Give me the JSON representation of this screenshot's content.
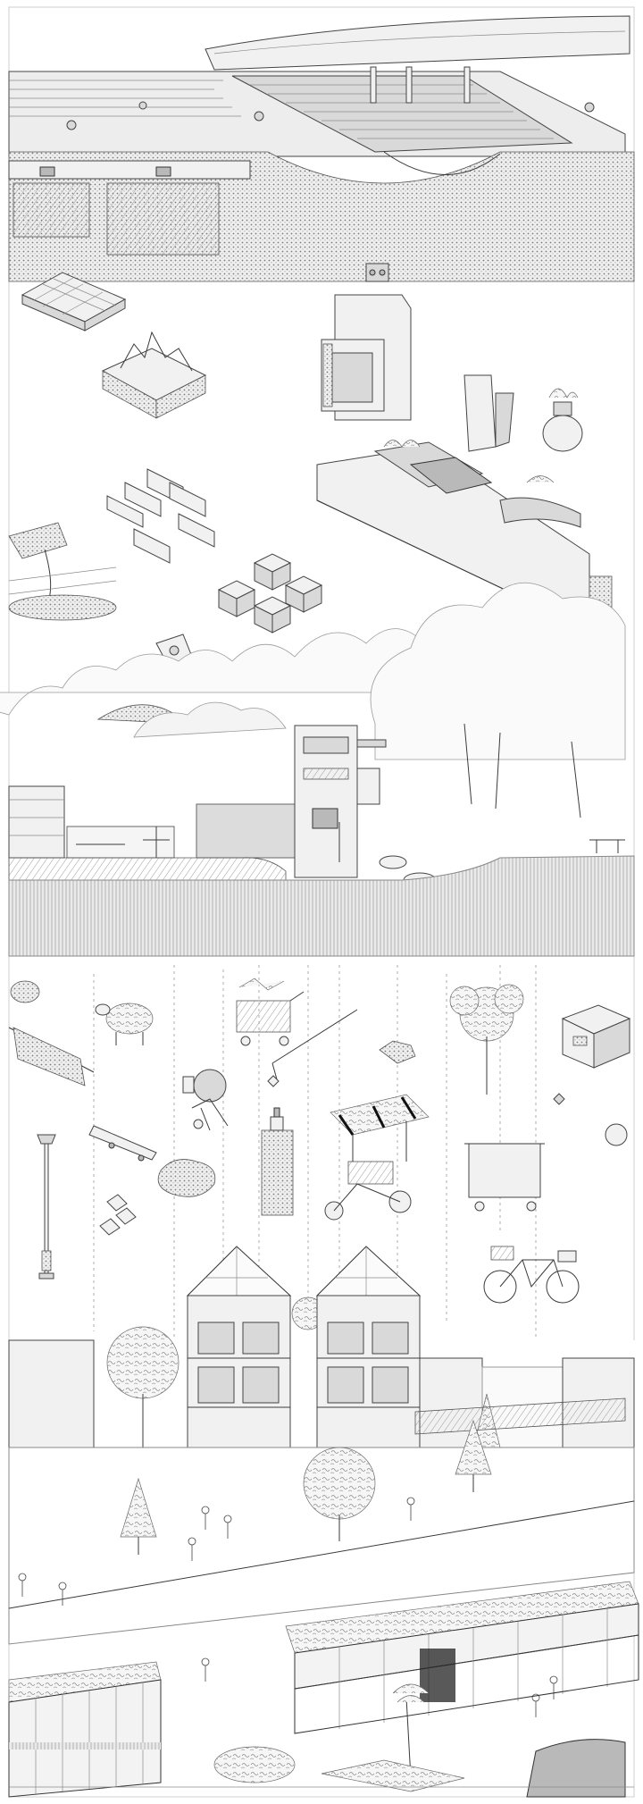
{
  "colors": {
    "background": "#ffffff",
    "linework": "#3a3a3a",
    "light_fill": "#f1f1f1",
    "mid_fill": "#d9d9d9",
    "dark_fill": "#b9b9b9",
    "ground": "#e6e6e6"
  },
  "panels": [
    {
      "name": "green-roof-section",
      "icon": "roof-section-icon"
    },
    {
      "name": "material-catalogue",
      "icon": "material-isometric-icon"
    },
    {
      "name": "park-elevation",
      "icon": "park-elevation-icon"
    },
    {
      "name": "object-inventory",
      "icon": "object-inventory-icon"
    },
    {
      "name": "street-axonometric",
      "icon": "street-axonometric-icon"
    }
  ]
}
